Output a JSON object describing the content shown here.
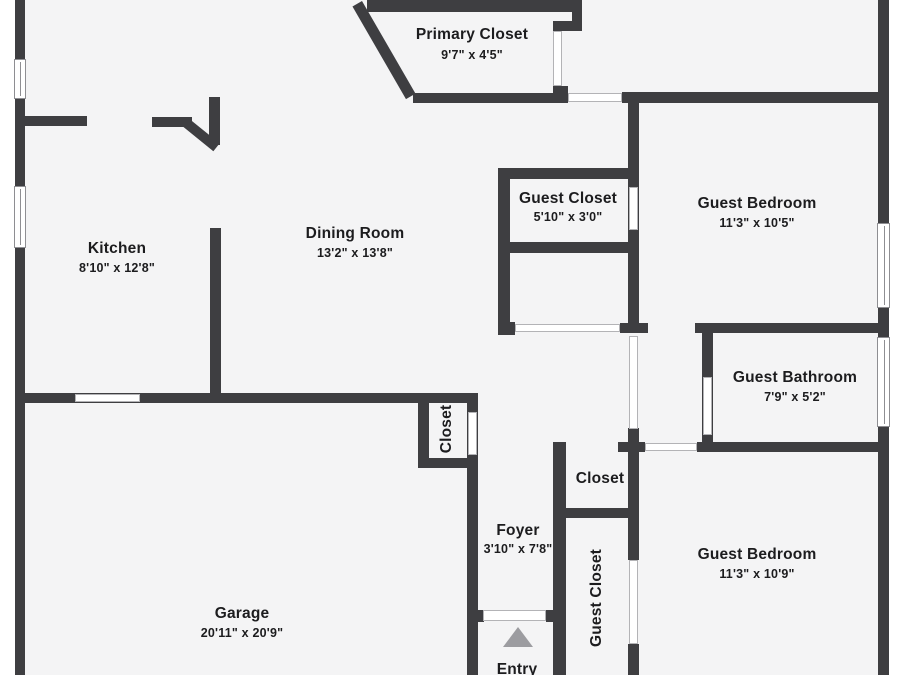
{
  "rooms": {
    "primary_closet": {
      "name": "Primary Closet",
      "dims": "9'7\" x 4'5\""
    },
    "kitchen": {
      "name": "Kitchen",
      "dims": "8'10\" x 12'8\""
    },
    "dining_room": {
      "name": "Dining Room",
      "dims": "13'2\" x 13'8\""
    },
    "guest_closet_upper": {
      "name": "Guest Closet",
      "dims": "5'10\" x 3'0\""
    },
    "guest_bedroom_upper": {
      "name": "Guest Bedroom",
      "dims": "11'3\" x 10'5\""
    },
    "guest_bathroom": {
      "name": "Guest Bathroom",
      "dims": "7'9\" x 5'2\""
    },
    "closet_by_garage": {
      "name": "Closet"
    },
    "closet_hall": {
      "name": "Closet"
    },
    "foyer": {
      "name": "Foyer",
      "dims": "3'10\" x 7'8\""
    },
    "guest_closet_hall": {
      "name": "Guest Closet"
    },
    "garage": {
      "name": "Garage",
      "dims": "20'11\" x 20'9\""
    },
    "guest_bedroom_lower": {
      "name": "Guest Bedroom",
      "dims": "11'3\" x 10'9\""
    },
    "entry": {
      "name": "Entry"
    }
  },
  "icons": {
    "entry_arrow": "triangle-up"
  },
  "colors": {
    "wall": "#3e3e41",
    "floor": "#f4f4f5",
    "outside": "#ffffff",
    "opening_outline": "#b3b3b6",
    "window_outline": "#8e8e92",
    "entry_arrow": "#9c9ca0",
    "text": "#1c1c1e"
  }
}
